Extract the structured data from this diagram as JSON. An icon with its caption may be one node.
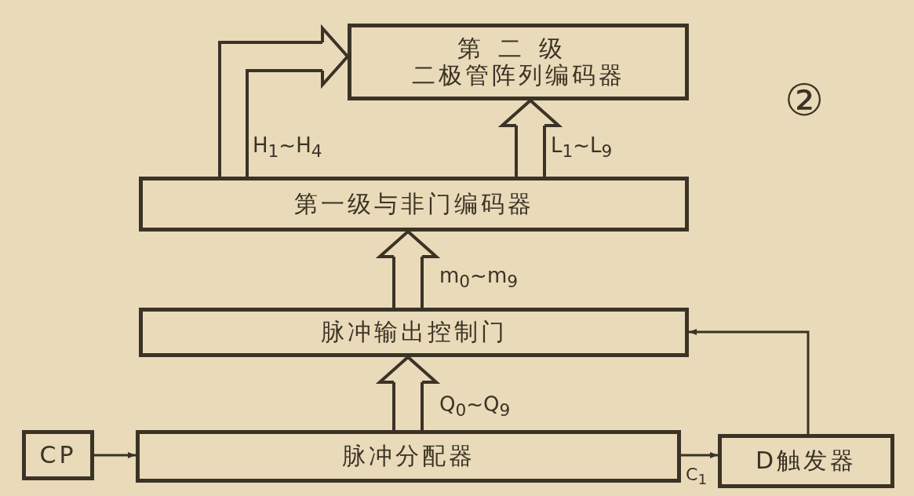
{
  "diagram": {
    "nodes": [
      {
        "text": [
          "第二级",
          "二极管阵列编码器"
        ]
      },
      {
        "text": [
          "第一级与非门编码器"
        ]
      },
      {
        "text": [
          "脉冲输出控制门"
        ]
      },
      {
        "text": [
          "CP"
        ]
      },
      {
        "text": [
          "脉冲分配器"
        ]
      },
      {
        "text": [
          "D触发器"
        ]
      }
    ],
    "edges": [
      {
        "from": 1,
        "to": 0,
        "arrow": "to",
        "label": "H$_{1}$~H$_{4}$"
      },
      {
        "from": 1,
        "to": 0,
        "arrow": "to",
        "label": "L$_{1}$~L$_{9}$"
      },
      {
        "from": 2,
        "to": 1,
        "arrow": "to",
        "label": "m$_{0}$~m$_{9}$"
      },
      {
        "from": 4,
        "to": 2,
        "arrow": "to",
        "label": "Q$_{0}$~Q$_{9}$"
      },
      {
        "from": 3,
        "to": 4,
        "arrow": "to"
      },
      {
        "from": 4,
        "to": 5,
        "arrow": "to",
        "label": "C$_{1}$"
      },
      {
        "from": 5,
        "to": 2,
        "arrow": "to"
      }
    ],
    "labels": [
      "②"
    ]
  }
}
